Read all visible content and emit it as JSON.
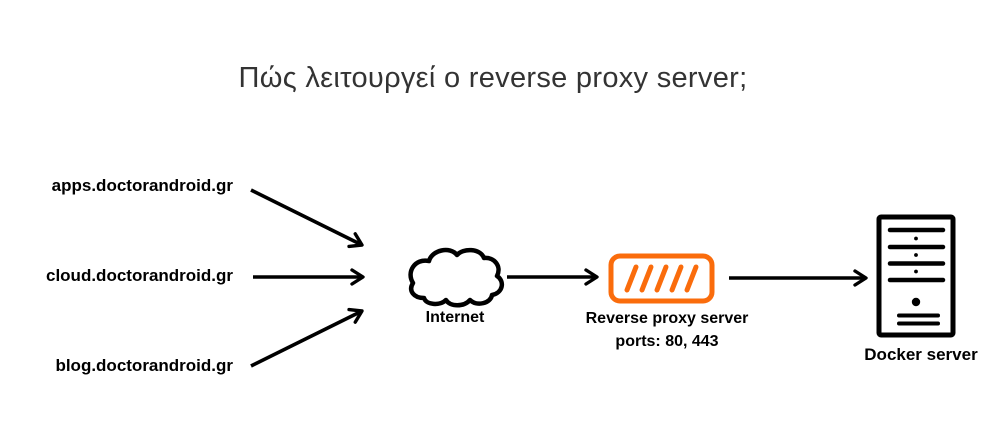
{
  "title": "Πώς λειτουργεί ο reverse proxy server;",
  "domains": [
    {
      "label": "apps.doctorandroid.gr"
    },
    {
      "label": "cloud.doctorandroid.gr"
    },
    {
      "label": "blog.doctorandroid.gr"
    }
  ],
  "internet": {
    "label": "Internet",
    "icon": "cloud-icon"
  },
  "reverse_proxy": {
    "title": "Reverse proxy server",
    "ports_label": "ports: 80, 443",
    "icon": "slashes-icon"
  },
  "docker": {
    "label": "Docker server",
    "icon": "server-tower-icon"
  },
  "colors": {
    "accent_orange": "#FA6C0C",
    "ink": "#000000",
    "title_text": "#333333",
    "background": "#FFFFFF"
  }
}
